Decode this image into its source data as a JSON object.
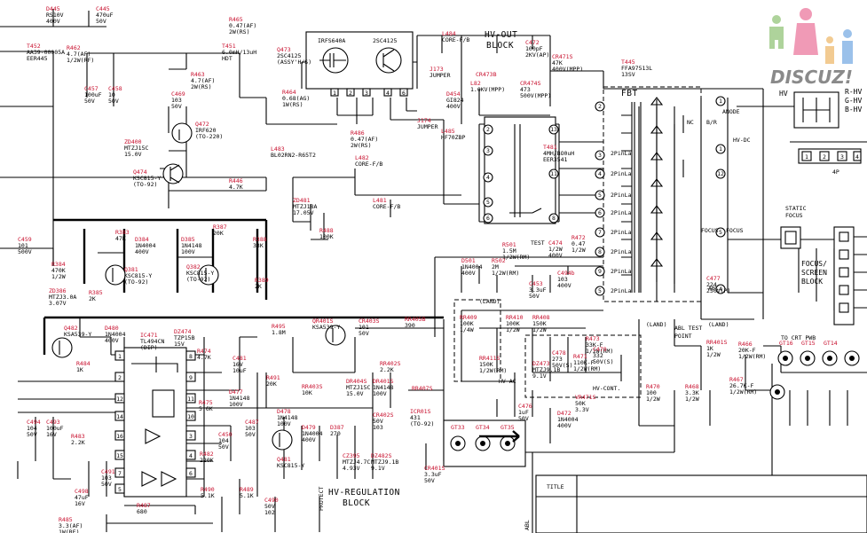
{
  "colors": {
    "wire": "#000000",
    "ref_label": "#c8102e",
    "background": "#ffffff",
    "watermark": "#8a8a8a"
  },
  "blocks": {
    "hv_out": "HV-OUT",
    "hv_out_2": "BLOCK",
    "fbt": "FBT",
    "hv_regulation": "HV-REGULATION",
    "hv_regulation_2": "BLOCK",
    "focus_screen": "FOCUS/",
    "focus_screen_2": "SCREEN",
    "focus_screen_3": "BLOCK",
    "static_focus": "STATIC",
    "static_focus_2": "FOCUS"
  },
  "transistors": {
    "q473_part": "IRFS640A",
    "q473_part2": "2SC4125"
  },
  "components": [
    {
      "ref": "D445",
      "val": "RS10V",
      "val2": "400V"
    },
    {
      "ref": "C445",
      "val": "470uF",
      "val2": "50V"
    },
    {
      "ref": "R465",
      "val": "0.47(AF)",
      "val2": "2W(RS)"
    },
    {
      "ref": "T452",
      "val": "AA39-00005A",
      "val2": "EER445"
    },
    {
      "ref": "R462",
      "val": "4.7(AF)",
      "val2": "1/2W(RF)"
    },
    {
      "ref": "T451",
      "val": "6.0mH/13uH",
      "val2": "HDT"
    },
    {
      "ref": "Q473",
      "val": "2SC4125",
      "val2": "(ASSY'H/S)"
    },
    {
      "ref": "C457",
      "val": "100uF",
      "val2": "50V"
    },
    {
      "ref": "C458",
      "val": "10",
      "val2": "50V"
    },
    {
      "ref": "R463",
      "val": "4.7(AF)",
      "val2": "2W(RS)"
    },
    {
      "ref": "C469",
      "val": "103",
      "val2": "50V"
    },
    {
      "ref": "R464",
      "val": "0.68(AG)",
      "val2": "1W(RS)"
    },
    {
      "ref": "Q472",
      "val": "IRF620",
      "val2": "(TO-220)"
    },
    {
      "ref": "ZD400",
      "val": "MTZJ15C",
      "val2": "15.0V"
    },
    {
      "ref": "Q474",
      "val": "KSC815-Y",
      "val2": "(TO-92)"
    },
    {
      "ref": "R446",
      "val": "4.7K",
      "val2": ""
    },
    {
      "ref": "R486",
      "val": "0.47(AF)",
      "val2": "2W(RS)"
    },
    {
      "ref": "L483",
      "val": "BL02RN2-R65T2",
      "val2": ""
    },
    {
      "ref": "L484",
      "val": "CORE-F/B",
      "val2": ""
    },
    {
      "ref": "C472",
      "val": "100pF",
      "val2": "2KV(AP)"
    },
    {
      "ref": "CR471S",
      "val": "47K",
      "val2": "400V(MPP)"
    },
    {
      "ref": "T445",
      "val": "FFA97513L",
      "val2": "13SV"
    },
    {
      "ref": "CR473B",
      "val": "",
      "val2": ""
    },
    {
      "ref": "L82",
      "val": "1.0KV(MPP)",
      "val2": ""
    },
    {
      "ref": "CR474S",
      "val": "473",
      "val2": "500V(MPP)"
    },
    {
      "ref": "D454",
      "val": "GI824",
      "val2": "400V"
    },
    {
      "ref": "L485",
      "val": "HF70ZBP",
      "val2": ""
    },
    {
      "ref": "J173",
      "val": "JUMPER",
      "val2": ""
    },
    {
      "ref": "J174",
      "val": "JUMPER",
      "val2": ""
    },
    {
      "ref": "T481",
      "val": "4MH/BO0uH",
      "val2": "EER3541"
    },
    {
      "ref": "L482",
      "val": "CORE-F/B",
      "val2": ""
    },
    {
      "ref": "L481",
      "val": "CORE-F/B",
      "val2": ""
    },
    {
      "ref": "ZD481",
      "val": "MTZJ18A",
      "val2": "17.05V"
    },
    {
      "ref": "R488",
      "val": "100K",
      "val2": ""
    },
    {
      "ref": "C459",
      "val": "101",
      "val2": "500V"
    },
    {
      "ref": "R384",
      "val": "470K",
      "val2": "1/2W"
    },
    {
      "ref": "R387",
      "val": "20K",
      "val2": ""
    },
    {
      "ref": "Q381",
      "val": "KSC815-Y",
      "val2": "(TO-92)"
    },
    {
      "ref": "R385",
      "val": "2K",
      "val2": ""
    },
    {
      "ref": "ZD386",
      "val": "MTZJ3.0A",
      "val2": "3.07V"
    },
    {
      "ref": "R383",
      "val": "47K",
      "val2": ""
    },
    {
      "ref": "D384",
      "val": "1N4004",
      "val2": "400V"
    },
    {
      "ref": "D385",
      "val": "1N4148",
      "val2": "100V"
    },
    {
      "ref": "Q382",
      "val": "KSC815-Y",
      "val2": "(TO-92)"
    },
    {
      "ref": "R388",
      "val": "33K",
      "val2": ""
    },
    {
      "ref": "R389",
      "val": "2K",
      "val2": ""
    },
    {
      "ref": "Q482",
      "val": "KSA539-Y",
      "val2": ""
    },
    {
      "ref": "D480",
      "val": "1N4004",
      "val2": "400V"
    },
    {
      "ref": "R484",
      "val": "1K",
      "val2": ""
    },
    {
      "ref": "IC471",
      "val": "TL494CN",
      "val2": "(DIP)"
    },
    {
      "ref": "DZ474",
      "val": "TZP15B",
      "val2": "15V"
    },
    {
      "ref": "R474",
      "val": "4.7K",
      "val2": ""
    },
    {
      "ref": "C481",
      "val": "16V",
      "val2": "10uF"
    },
    {
      "ref": "R495",
      "val": "1.8M",
      "val2": ""
    },
    {
      "ref": "QR401S",
      "val": "KSA539-Y",
      "val2": ""
    },
    {
      "ref": "CR403S",
      "val": "101",
      "val2": "50V"
    },
    {
      "ref": "RR405B",
      "val": "390",
      "val2": ""
    },
    {
      "ref": "C494",
      "val": "104",
      "val2": "50V"
    },
    {
      "ref": "C493",
      "val": "100uF",
      "val2": "16V"
    },
    {
      "ref": "R483",
      "val": "2.2K",
      "val2": ""
    },
    {
      "ref": "R475",
      "val": "5.6K",
      "val2": ""
    },
    {
      "ref": "D477",
      "val": "1N4148",
      "val2": "100V"
    },
    {
      "ref": "R491",
      "val": "20K",
      "val2": ""
    },
    {
      "ref": "D478",
      "val": "1N4148",
      "val2": "100V"
    },
    {
      "ref": "DR404S",
      "val": "MTZJ15C",
      "val2": "15.0V"
    },
    {
      "ref": "DR401S",
      "val": "1N4148",
      "val2": "100V"
    },
    {
      "ref": "RR402S",
      "val": "2.2K",
      "val2": ""
    },
    {
      "ref": "RR403S",
      "val": "10K",
      "val2": ""
    },
    {
      "ref": "RR407S",
      "val": "",
      "val2": ""
    },
    {
      "ref": "ICR01S",
      "val": "431",
      "val2": "(TO-92)"
    },
    {
      "ref": "CR402S",
      "val": "50V",
      "val2": "103"
    },
    {
      "ref": "C450",
      "val": "104",
      "val2": "50V"
    },
    {
      "ref": "C487",
      "val": "103",
      "val2": "50V"
    },
    {
      "ref": "Q481",
      "val": "KSC815-Y",
      "val2": ""
    },
    {
      "ref": "D479",
      "val": "1N4004",
      "val2": "400V"
    },
    {
      "ref": "D387",
      "val": "270",
      "val2": ""
    },
    {
      "ref": "CZ395",
      "val": "MTZJ4.7C",
      "val2": "4.93V"
    },
    {
      "ref": "DZ482S",
      "val": "MTZJ9.1B",
      "val2": "9.1V"
    },
    {
      "ref": "CR401S",
      "val": "3.3uF",
      "val2": "50V"
    },
    {
      "ref": "R482",
      "val": "220K",
      "val2": ""
    },
    {
      "ref": "R489",
      "val": "5.1K",
      "val2": ""
    },
    {
      "ref": "R490",
      "val": "5.1K",
      "val2": ""
    },
    {
      "ref": "C498",
      "val": "47uF",
      "val2": "16V"
    },
    {
      "ref": "C491",
      "val": "103",
      "val2": "50V"
    },
    {
      "ref": "R487",
      "val": "680",
      "val2": ""
    },
    {
      "ref": "C490",
      "val": "50V",
      "val2": "102"
    },
    {
      "ref": "R485",
      "val": "3.3(AF)",
      "val2": "1W(RF)"
    },
    {
      "ref": "D501",
      "val": "1N4004",
      "val2": "400V"
    },
    {
      "ref": "R501",
      "val": "1.5M",
      "val2": "1/2W(RM)"
    },
    {
      "ref": "R502",
      "val": "2M",
      "val2": "1/2W(RM)"
    },
    {
      "ref": "C474",
      "val": "1/2W",
      "val2": "400V"
    },
    {
      "ref": "R472",
      "val": "0.47",
      "val2": "1/2W"
    },
    {
      "ref": "C453",
      "val": "3.3uF",
      "val2": "50V"
    },
    {
      "ref": "C494b",
      "val": "103",
      "val2": "400V"
    },
    {
      "ref": "RR409",
      "val": "100K",
      "val2": "1/4W"
    },
    {
      "ref": "RR410",
      "val": "100K",
      "val2": "1/2W"
    },
    {
      "ref": "RR411S",
      "val": "150K",
      "val2": "1/2W(RM)"
    },
    {
      "ref": "RR408",
      "val": "150K",
      "val2": "1/2W"
    },
    {
      "ref": "C478",
      "val": "273",
      "val2": "50V(S)"
    },
    {
      "ref": "DZ473",
      "val": "MTZJ9.1B",
      "val2": "9.1V"
    },
    {
      "ref": "R471",
      "val": "110K-F",
      "val2": "1/2W(RM)"
    },
    {
      "ref": "R473",
      "val": "33K-F",
      "val2": "1/2W(RM)"
    },
    {
      "ref": "C479",
      "val": "332",
      "val2": "50V(S)"
    },
    {
      "ref": "VR471S",
      "val": "50K",
      "val2": "3.3V"
    },
    {
      "ref": "D472",
      "val": "1N4004",
      "val2": "400V"
    },
    {
      "ref": "C476",
      "val": "1uF",
      "val2": "50V"
    },
    {
      "ref": "C477",
      "val": "224",
      "val2": "250V(P)"
    },
    {
      "ref": "R470",
      "val": "100",
      "val2": "1/2W"
    },
    {
      "ref": "R468",
      "val": "3.3K",
      "val2": "1/2W"
    },
    {
      "ref": "RR401S",
      "val": "1K",
      "val2": "1/2W"
    },
    {
      "ref": "R466",
      "val": "20K-F",
      "val2": "1/2W(RM)"
    },
    {
      "ref": "R467",
      "val": "26.7K-F",
      "val2": "1/2W(RM)"
    }
  ],
  "test_points": [
    "GT33",
    "GT34",
    "GT35",
    "GT16",
    "GT15",
    "GT14"
  ],
  "labels": {
    "test": "TEST",
    "land": "(LAND)",
    "abl_test": "ABL TEST",
    "point": "POINT",
    "to_crt_pwb": "TO CRT PWB",
    "hv_ac": "HV-AC",
    "hv_cont": "HV-CONT.",
    "hv": "HV",
    "r_hv": "R-HV",
    "g_hv": "G-HV",
    "b_hv": "B-HV",
    "anode": "ANODE",
    "focus": "FOCUS",
    "hv_dc": "HV-DC",
    "abl": "ABL",
    "nc": "NC",
    "b_r": "B/R",
    "protect": "PROTECT",
    "title": "TITLE",
    "abl_side": "ABL",
    "connector": "4P",
    "pins_2pin": "2PinLa"
  },
  "watermark": "DISCUZ!"
}
